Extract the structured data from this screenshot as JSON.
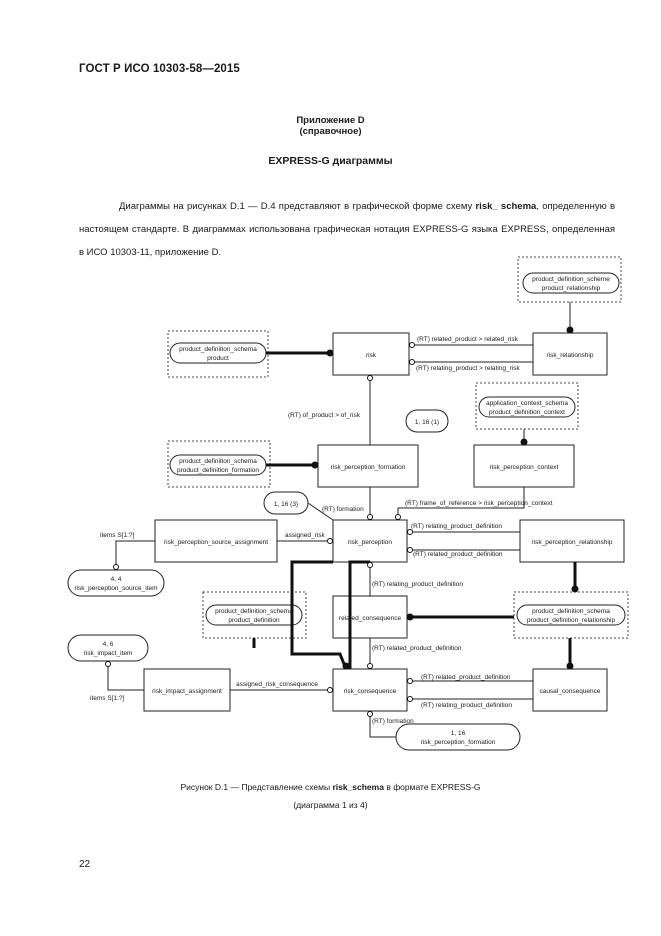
{
  "header": {
    "doc_id": "ГОСТ Р ИСО 10303-58—2015"
  },
  "appendix": {
    "title": "Приложение D",
    "subtitle": "(справочное)"
  },
  "section": {
    "title": "EXPRESS-G диаграммы"
  },
  "paragraph": {
    "text_before": "Диаграммы на рисунках D.1 — D.4 представляют в графической форме схему ",
    "schema": "risk_ schema",
    "text_after": ", определенную в настоящем стандарте. В диаграммах использована графическая нотация EXPRESS-G языка EXPRESS, определенная в ИСО 10303-11, приложение D."
  },
  "diagram": {
    "entities": {
      "risk": "risk",
      "risk_relationship": "risk_relationship",
      "risk_perception_formation": "risk_perception_formation",
      "risk_perception_context": "risk_perception_context",
      "risk_perception_source_assignment": "risk_perception_source_assignment",
      "risk_perception": "risk_perception",
      "risk_perception_relationship": "risk_perception_relationship",
      "related_consequence": "related_consequence",
      "risk_impact_assignment": "risk_impact_assignment",
      "risk_consequence": "risk_consequence",
      "causal_consequence": "causal_consequence"
    },
    "refs": {
      "pds_product_relationship": [
        "product_definition_scheme",
        "product_relationship"
      ],
      "pds_product": [
        "product_definition_schema",
        "product"
      ],
      "pds_definition_formation": [
        "product_definition_schema",
        "product_definition_formation"
      ],
      "app_context_schema": [
        "application_context_schema",
        "product_definition_context"
      ],
      "pds_product_definition": [
        "product_definition_schema",
        "product_definition"
      ],
      "pds_definition_relationship": [
        "product_definition_schema",
        "product_definition_relationship"
      ]
    },
    "pages": {
      "p1_16_1": "1, 16 (1)",
      "p1_16_3": "1, 16 (3)",
      "p4_4": [
        "4, 4",
        "risk_perception_source_item"
      ],
      "p4_6": [
        "4, 6",
        "risk_impact_item"
      ],
      "p1_16": [
        "1, 16",
        "risk_perception_formation"
      ]
    },
    "labels": {
      "related_product_rel": "(RT) related_product > related_risk",
      "relating_product_rel": "(RT) relating_product > relating_risk",
      "of_product": "(RT) of_product > of_risk",
      "formation": "(RT) formation",
      "frame_of_reference": "(RT) frame_of_reference > risk_perception_context",
      "assigned_risk": "assigned_risk",
      "items_s1": "items S[1:?]",
      "relating_pd_rel": "(RT) relating_product_definition",
      "related_pd_rel": "(RT) related_product_definition",
      "relating_pd_mid": "(RT) relating_product_definition",
      "related_pd_mid": "(RT) related_product_definition",
      "items_s2": "items S[1:?]",
      "assigned_risk_consequence": "assigned_risk_consequence",
      "related_pd_cc": "(RT) related_product_definition",
      "relating_pd_cc": "(RT) relating_product_definition",
      "formation_bottom": "(RT) formation"
    }
  },
  "caption": {
    "prefix": "Рисунок  D.1 — Представление схемы ",
    "schema": "risk_schema",
    "suffix": " в формате EXPRESS-G",
    "line2": "(диаграмма 1 из 4)"
  },
  "page_number": "22"
}
